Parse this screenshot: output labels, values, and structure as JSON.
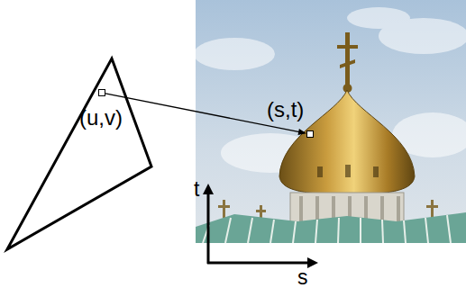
{
  "diagram": {
    "nodes": [
      {
        "text": [
          "(u,v)"
        ]
      },
      {
        "text": [
          "(s,t)"
        ]
      }
    ],
    "edges": [
      {
        "from": 0,
        "to": 1,
        "arrow": "to"
      }
    ],
    "labels": [
      "t",
      "s"
    ]
  }
}
